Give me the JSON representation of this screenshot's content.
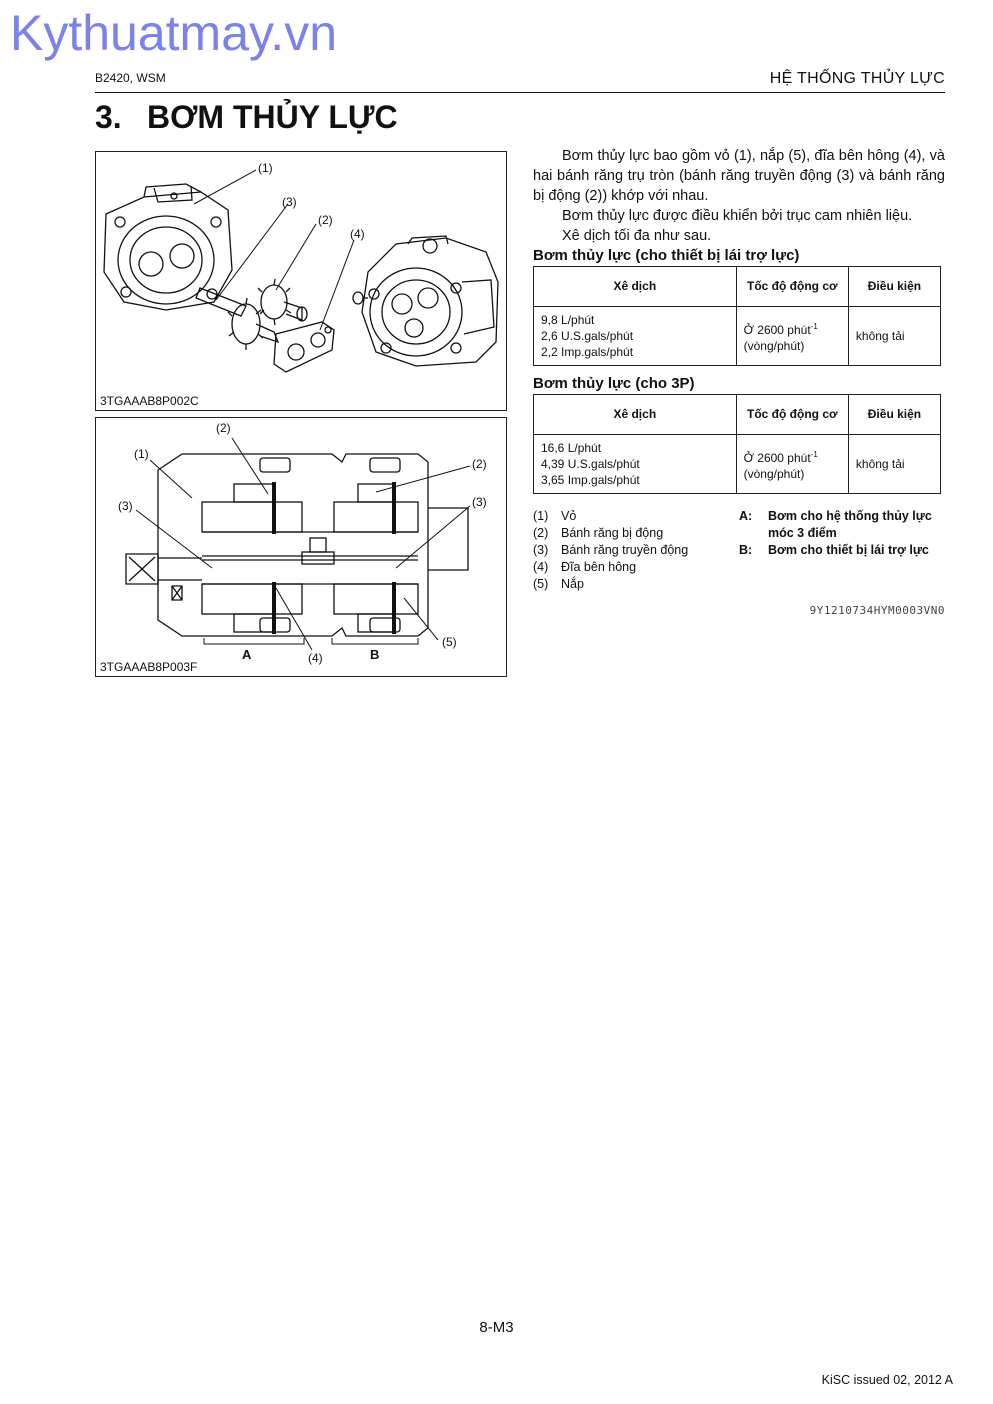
{
  "watermark": "Kythuatmay.vn",
  "header": {
    "left": "B2420, WSM",
    "right": "HỆ THỐNG THỦY LỰC"
  },
  "title": {
    "number": "3.",
    "text": "BƠM THỦY LỰC"
  },
  "figure1": {
    "caption": "3TGAAAB8P002C",
    "labels": [
      "(1)",
      "(3)",
      "(2)",
      "(4)"
    ]
  },
  "figure2": {
    "caption": "3TGAAAB8P003F",
    "labels": [
      "(2)",
      "(1)",
      "(2)",
      "(3)",
      "(3)",
      "(5)",
      "(4)",
      "A",
      "B"
    ]
  },
  "description": {
    "p1": "Bơm thủy lực bao gồm vỏ (1), nắp (5), đĩa bên hông (4), và hai bánh răng trụ tròn (bánh răng truyền động (3) và bánh răng bị động (2)) khớp với nhau.",
    "p2": "Bơm thủy lực được điều khiển bởi trục cam nhiên liệu.",
    "p3": "Xê dịch tối đa như sau."
  },
  "table1": {
    "title": "Bơm thủy lực (cho thiết bị lái trợ lực)",
    "headers": [
      "Xê dịch",
      "Tốc độ động cơ",
      "Điều kiện"
    ],
    "col1_lines": [
      "9,8 L/phút",
      "2,6 U.S.gals/phút",
      "2,2 Imp.gals/phút"
    ],
    "speed_prefix": "Ở 2600 phút",
    "speed_exp": "-1",
    "speed_unit": "(vòng/phút)",
    "condition": "không tải"
  },
  "table2": {
    "title": "Bơm thủy lực (cho 3P)",
    "headers": [
      "Xê dịch",
      "Tốc độ động cơ",
      "Điều kiện"
    ],
    "col1_lines": [
      "16,6 L/phút",
      "4,39 U.S.gals/phút",
      "3,65 Imp.gals/phút"
    ],
    "speed_prefix": "Ở 2600 phút",
    "speed_exp": "-1",
    "speed_unit": "(vòng/phút)",
    "condition": "không tải"
  },
  "legend": {
    "items": [
      {
        "no": "(1)",
        "text": "Vỏ"
      },
      {
        "no": "(2)",
        "text": "Bánh răng bị động"
      },
      {
        "no": "(3)",
        "text": "Bánh răng truyền động"
      },
      {
        "no": "(4)",
        "text": "Đĩa bên hông"
      },
      {
        "no": "(5)",
        "text": "Nắp"
      }
    ],
    "keys": [
      {
        "key": "A:",
        "text_line1": "Bơm cho hệ thống thủy lực",
        "text_line2": "móc 3 điểm"
      },
      {
        "key": "B:",
        "text_line1": "Bơm cho thiết bị lái trợ lực",
        "text_line2": ""
      }
    ]
  },
  "doc_code": "9Y1210734HYM0003VN0",
  "footer": {
    "page": "8-M3",
    "issued": "KiSC issued 02, 2012 A"
  }
}
